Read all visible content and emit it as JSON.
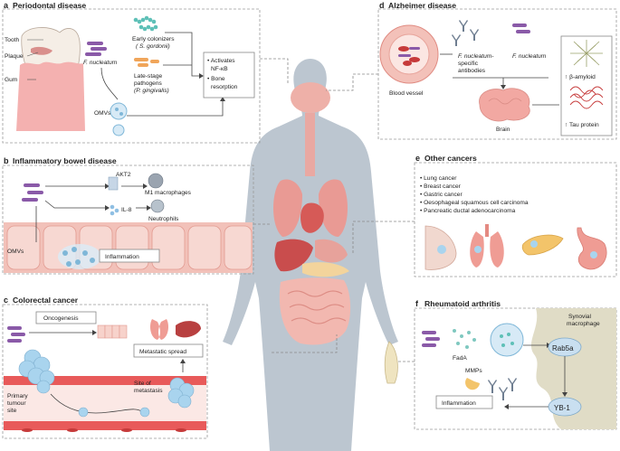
{
  "panels": {
    "a": {
      "letter": "a",
      "title": "Periodontal disease",
      "labels": {
        "tooth": "Tooth",
        "plaque": "Plaque",
        "gum": "Gum",
        "bacterium": "F. nucleatum",
        "omvs": "OMVs",
        "early1": "Early colonizers",
        "early2": "( S. gordonii)",
        "late1": "Late-stage",
        "late2": "pathogens",
        "late3": "(P. gingivalis)",
        "effect1": "• Activates",
        "effect2": "NF-κB",
        "effect3": "• Bone",
        "effect4": "resorption"
      }
    },
    "b": {
      "letter": "b",
      "title": "Inflammatory bowel disease",
      "labels": {
        "akt2": "AKT2",
        "m1": "M1 macrophages",
        "il8": "IL-8",
        "neutrophils": "Neutrophils",
        "omvs": "OMVs",
        "inflammation": "Inflammation"
      }
    },
    "c": {
      "letter": "c",
      "title": "Colorectal cancer",
      "labels": {
        "oncogenesis": "Oncogenesis",
        "metastatic": "Metastatic spread",
        "primary1": "Primary",
        "primary2": "tumour",
        "primary3": "site",
        "site1": "Site of",
        "site2": "metastasis"
      }
    },
    "d": {
      "letter": "d",
      "title": "Alzheimer disease",
      "labels": {
        "vessel": "Blood vessel",
        "antibodies1": "F. nucleatum-",
        "antibodies2": "specific",
        "antibodies3": "antibodies",
        "bacterium": "F. nucleatum",
        "brain": "Brain",
        "amyloid": "↑ β-amyloid",
        "tau": "↑ Tau protein"
      }
    },
    "e": {
      "letter": "e",
      "title": "Other cancers",
      "items": [
        "• Lung cancer",
        "• Breast cancer",
        "• Gastric cancer",
        "• Oesophageal squamous cell carcinoma",
        "• Pancreatic ductal adenocarcinoma"
      ]
    },
    "f": {
      "letter": "f",
      "title": "Rheumatoid arthritis",
      "labels": {
        "fada": "FadA",
        "synovial1": "Synovial",
        "synovial2": "macrophage",
        "rab5a": "Rab5a",
        "mmps": "MMPs",
        "inflammation": "Inflammation",
        "yb1": "YB-1"
      }
    }
  },
  "colors": {
    "frame": "#9a9a9a",
    "body": "#bcc6d0",
    "organ": "#e9a8a2",
    "organDark": "#c94d4d",
    "bacteria": "#8a5aa8",
    "omv": "#7fb7d8",
    "intestine": "#f2c1b9",
    "tumour": "#a9d4ee",
    "vessel": "#d94848",
    "nodeFill": "#c9dff0"
  }
}
